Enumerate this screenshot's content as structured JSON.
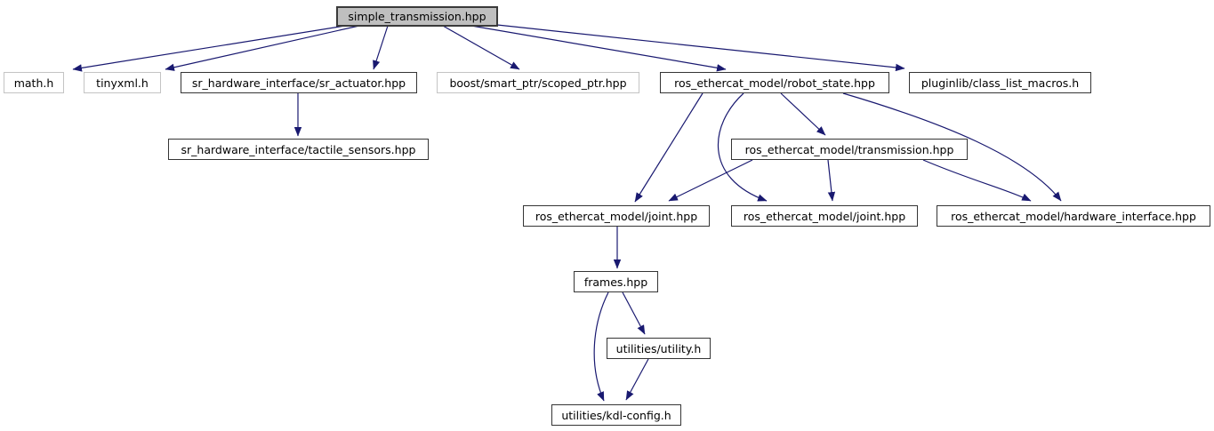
{
  "diagram": {
    "type": "include-dependency-graph",
    "edge_color": "#191970",
    "root_fill": "#bfbfbf",
    "internal_border": "#353535",
    "external_border": "#c4c4c4",
    "nodes": [
      {
        "id": "simple_transmission",
        "label": "simple_transmission.hpp",
        "style": "root"
      },
      {
        "id": "math",
        "label": "math.h",
        "style": "external"
      },
      {
        "id": "tinyxml",
        "label": "tinyxml.h",
        "style": "external"
      },
      {
        "id": "sr_actuator",
        "label": "sr_hardware_interface/sr_actuator.hpp",
        "style": "internal"
      },
      {
        "id": "scoped_ptr",
        "label": "boost/smart_ptr/scoped_ptr.hpp",
        "style": "external"
      },
      {
        "id": "robot_state",
        "label": "ros_ethercat_model/robot_state.hpp",
        "style": "internal"
      },
      {
        "id": "class_list_macros",
        "label": "pluginlib/class_list_macros.h",
        "style": "internal"
      },
      {
        "id": "tactile_sensors",
        "label": "sr_hardware_interface/tactile_sensors.hpp",
        "style": "internal"
      },
      {
        "id": "transmission",
        "label": "ros_ethercat_model/transmission.hpp",
        "style": "internal"
      },
      {
        "id": "joint_left",
        "label": "ros_ethercat_model/joint.hpp",
        "style": "internal"
      },
      {
        "id": "joint_right",
        "label": "ros_ethercat_model/joint.hpp",
        "style": "internal"
      },
      {
        "id": "hardware_interface",
        "label": "ros_ethercat_model/hardware_interface.hpp",
        "style": "internal"
      },
      {
        "id": "frames",
        "label": "frames.hpp",
        "style": "internal"
      },
      {
        "id": "utility",
        "label": "utilities/utility.h",
        "style": "internal"
      },
      {
        "id": "kdl_config",
        "label": "utilities/kdl-config.h",
        "style": "internal"
      }
    ],
    "edges": [
      {
        "from": "simple_transmission",
        "to": "math"
      },
      {
        "from": "simple_transmission",
        "to": "tinyxml"
      },
      {
        "from": "simple_transmission",
        "to": "sr_actuator"
      },
      {
        "from": "simple_transmission",
        "to": "scoped_ptr"
      },
      {
        "from": "simple_transmission",
        "to": "robot_state"
      },
      {
        "from": "simple_transmission",
        "to": "class_list_macros"
      },
      {
        "from": "sr_actuator",
        "to": "tactile_sensors"
      },
      {
        "from": "robot_state",
        "to": "transmission"
      },
      {
        "from": "robot_state",
        "to": "joint_left"
      },
      {
        "from": "robot_state",
        "to": "joint_right"
      },
      {
        "from": "robot_state",
        "to": "hardware_interface"
      },
      {
        "from": "transmission",
        "to": "joint_left"
      },
      {
        "from": "transmission",
        "to": "joint_right"
      },
      {
        "from": "transmission",
        "to": "hardware_interface"
      },
      {
        "from": "joint_left",
        "to": "frames"
      },
      {
        "from": "frames",
        "to": "utility"
      },
      {
        "from": "frames",
        "to": "kdl_config"
      },
      {
        "from": "utility",
        "to": "kdl_config"
      }
    ]
  }
}
